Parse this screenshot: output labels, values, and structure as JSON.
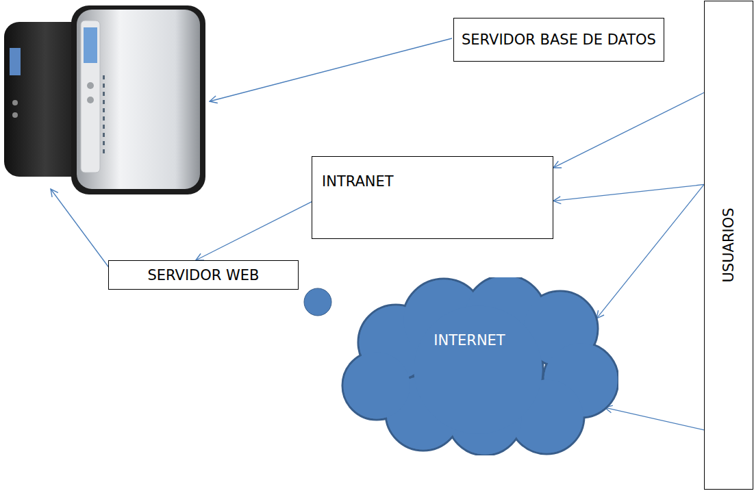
{
  "diagram": {
    "nodes": [
      {
        "text": [
          "SERVIDOR BASE DE DATOS"
        ]
      },
      {
        "text": [
          "INTRANET"
        ]
      },
      {
        "text": [
          "SERVIDOR WEB"
        ]
      },
      {
        "text": [
          "INTERNET"
        ]
      },
      {
        "text": [
          "USUARIOS"
        ]
      }
    ],
    "edges": [
      {
        "from": 4,
        "to": 1,
        "arrow": "to"
      },
      {
        "from": 4,
        "to": 1,
        "arrow": "to"
      },
      {
        "from": 4,
        "to": 3,
        "arrow": "to"
      },
      {
        "from": 4,
        "to": 3,
        "arrow": "to"
      },
      {
        "from": 1,
        "to": 2,
        "arrow": "to"
      }
    ]
  }
}
